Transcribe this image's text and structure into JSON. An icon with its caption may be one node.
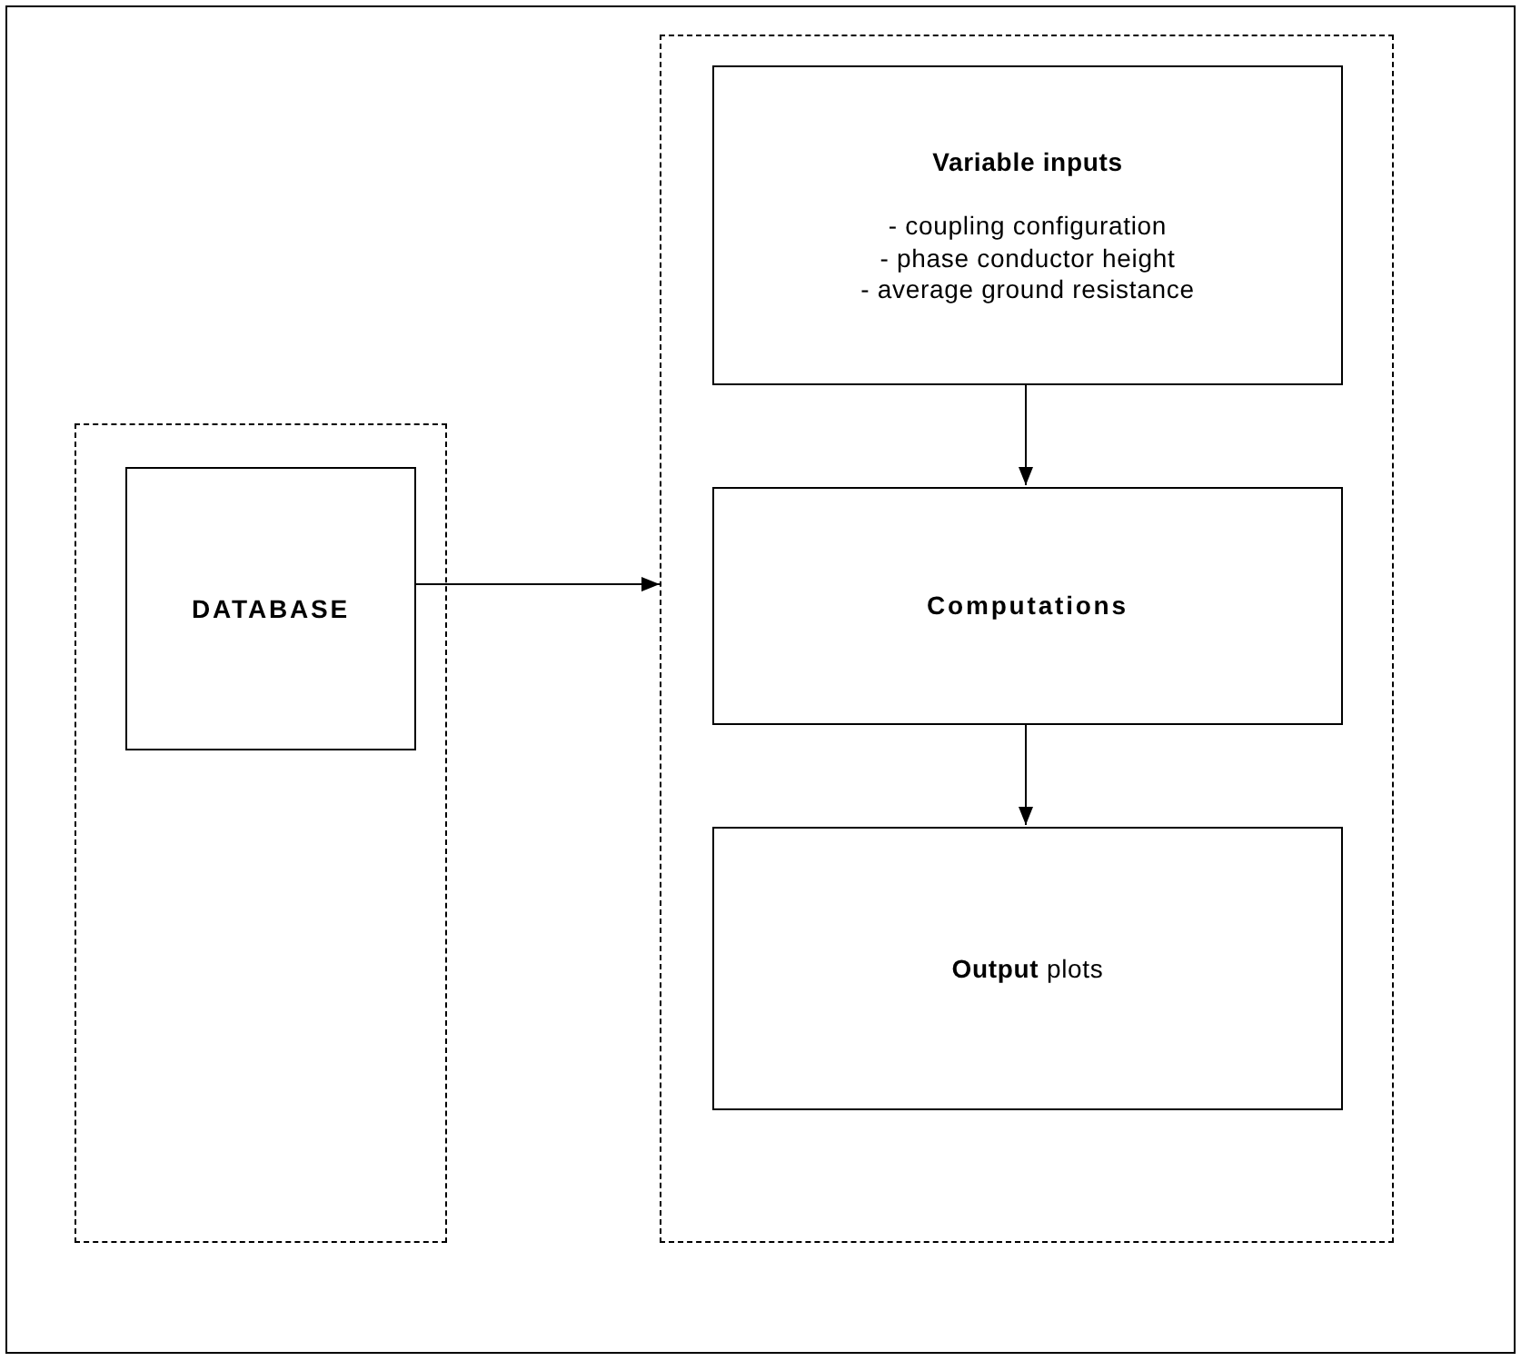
{
  "diagram": {
    "nodes": [
      {
        "text": [],
        "shape": "box"
      },
      {
        "text": [
          "DATABASE"
        ],
        "in": 0
      },
      {
        "text": [],
        "shape": "box"
      },
      {
        "text": [
          "Variable inputs",
          "- coupling configuration",
          "- phase conductor height",
          "- average ground resistance"
        ],
        "in": 2
      },
      {
        "text": [
          "Computations"
        ],
        "in": 2
      },
      {
        "text": [
          "**Output** plots"
        ],
        "in": 2
      }
    ],
    "edges": [
      {
        "from": 1,
        "to": 2,
        "arrow": "to"
      },
      {
        "from": 3,
        "to": 4,
        "arrow": "to"
      },
      {
        "from": 4,
        "to": 5,
        "arrow": "to"
      }
    ]
  }
}
